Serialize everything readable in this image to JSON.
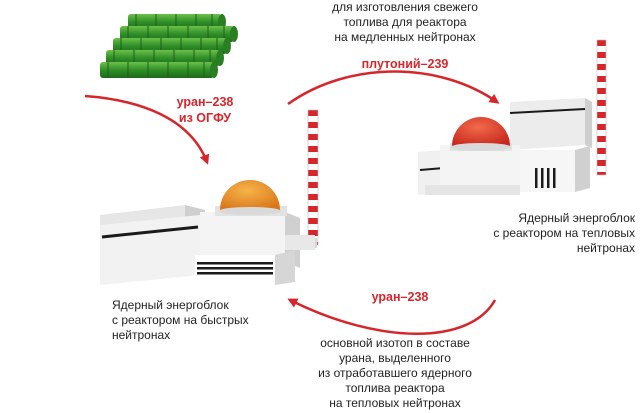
{
  "top_note": [
    "для изготовления свежего",
    "топлива для реактора",
    "на медленных нейтронах"
  ],
  "arrows": {
    "uranium_from_tails": [
      "уран–238",
      "из ОГФУ"
    ],
    "plutonium": "плутоний–239",
    "uranium_return": "уран–238"
  },
  "fast_reactor_caption": [
    "Ядерный энергоблок",
    "с реактором на быстрых",
    "нейтронах"
  ],
  "thermal_reactor_caption": [
    "Ядерный энергоблок",
    "с реактором на тепловых",
    "нейтронах"
  ],
  "bottom_note": [
    "основной изотоп в составе",
    "урана, выделенного",
    "из отработавшего ядерного",
    "топлива реактора",
    "на тепловых нейтронах"
  ],
  "colors": {
    "accent_red": "#d7262b",
    "cylinders_green": "#3a9b2e",
    "fast_dome": "#e88f1f",
    "thermal_dome": "#e0452a",
    "building_light": "#efefef",
    "building_shadow": "#cfcfcf"
  }
}
